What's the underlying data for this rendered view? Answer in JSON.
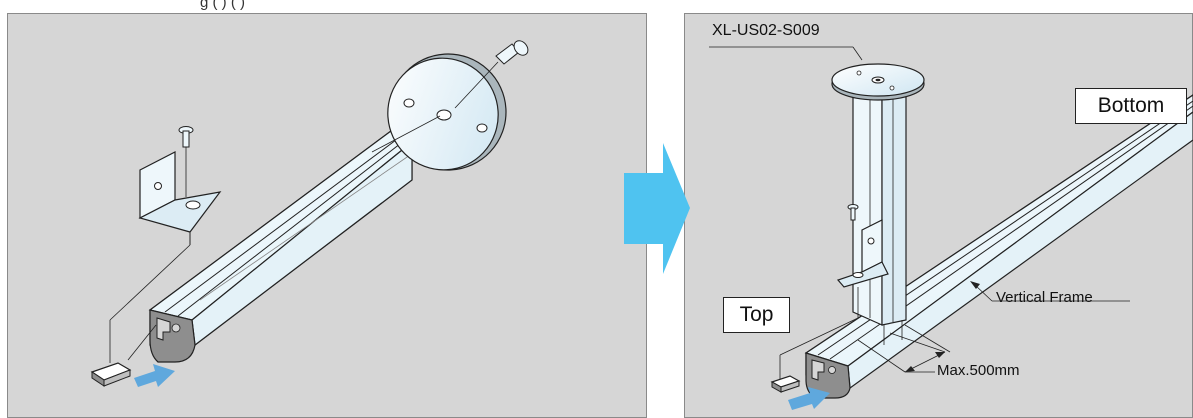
{
  "header_fragment": "g                              (   )  (               )",
  "panels": {
    "left": {
      "background": "#d6d6d6"
    },
    "right": {
      "background": "#d6d6d6"
    }
  },
  "arrow": {
    "color": "#4fc3f0"
  },
  "push_arrow": {
    "color": "#5fa8dd"
  },
  "labels": {
    "part_number": "XL-US02-S009",
    "bottom": "Bottom",
    "top": "Top",
    "vertical_frame": "Vertical Frame",
    "max_distance": "Max.500mm"
  },
  "colors": {
    "profile_fill": "#eef7fb",
    "profile_shadow": "#b9c3c8",
    "outline": "#222222",
    "end_cap": "#8e8e8e"
  }
}
